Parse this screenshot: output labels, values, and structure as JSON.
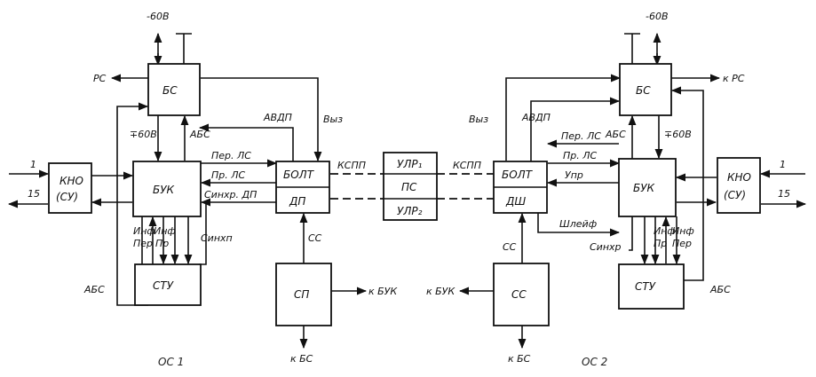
{
  "stations": [
    {
      "caption": "ОС 1"
    },
    {
      "caption": "ОС 2"
    }
  ],
  "blocks": {
    "bs1": "БС",
    "buk1": "БУК",
    "kno1a": "КНО",
    "kno1b": "(СУ)",
    "stu1": "СТУ",
    "bolt1": "БОЛТ",
    "dp1": "ДП",
    "sp1": "СП",
    "ulr1": "УЛР₁",
    "ps": "ПС",
    "ulr2": "УЛР₂",
    "bolt2": "БОЛТ",
    "dsh2": "ДШ",
    "ss2": "СС",
    "bs2": "БС",
    "buk2": "БУК",
    "kno2a": "КНО",
    "kno2b": "(СУ)",
    "stu2": "СТУ"
  },
  "labels": {
    "m60_1": "-60В",
    "m60_2": "-60В",
    "rs1": "РС",
    "rs2": "к РС",
    "pm60_1": "∓60В",
    "pm60_2": "∓60В",
    "abs1a": "АБС",
    "abs1b": "АБС",
    "abs2a": "АБС",
    "abs2b": "АБС",
    "avdp1": "АВДП",
    "avdp2": "АВДП",
    "vyz1": "Выз",
    "vyz2": "Выз",
    "perls1": "Пер. ЛС",
    "prls1": "Пр. ЛС",
    "sinhdp1": "Синхр. ДП",
    "perls2": "Пер. ЛС",
    "prls2": "Пр. ЛС",
    "upr2": "Упр",
    "shleif2": "Шлейф",
    "sinhr2": "Синхр",
    "sinhp1": "Синхп",
    "inf1": "Инф",
    "per1": "Пер",
    "inf1b": "Инф",
    "pr1": "Пр",
    "inf2": "Инф",
    "pr2": "Пр",
    "inf2b": "Инф",
    "per2": "Пер",
    "n1a": "1",
    "n15a": "15",
    "n1b": "1",
    "n15b": "15",
    "kspp1": "КСПП",
    "kspp2": "КСПП",
    "ss1": "СС",
    "ss2lbl": "СС",
    "kbuk1": "к БУК",
    "kbs1": "к БС",
    "kbuk2": "к БУК",
    "kbs2": "к БС"
  }
}
